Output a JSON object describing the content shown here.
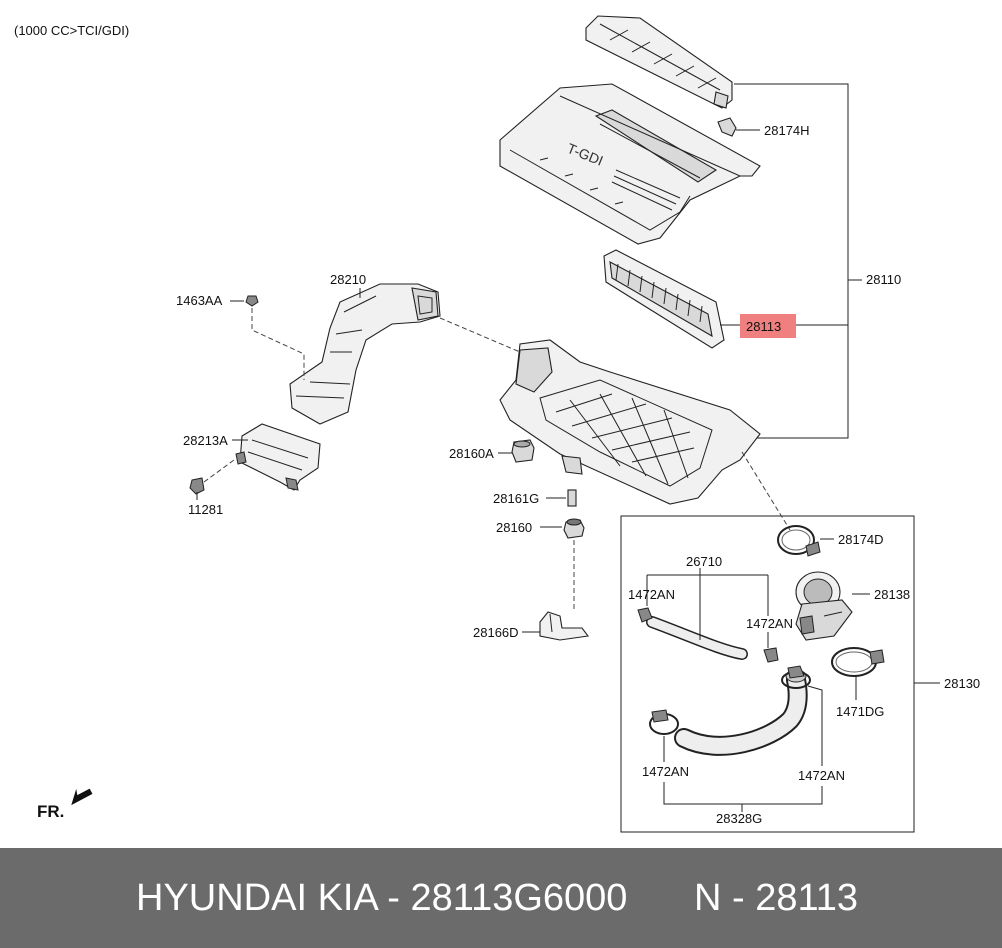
{
  "header": {
    "engine_note": "(1000 CC>TCI/GDI)"
  },
  "direction_label": "FR.",
  "highlight_color": "#f08080",
  "callouts": {
    "p28174H": "28174H",
    "p28110": "28110",
    "p28113": "28113",
    "p28210": "28210",
    "p1463AA": "1463AA",
    "p28213A": "28213A",
    "p11281": "11281",
    "p28160A": "28160A",
    "p28161G": "28161G",
    "p28160": "28160",
    "p28166D": "28166D",
    "p28174D": "28174D",
    "p26710": "26710",
    "p1472AN_a": "1472AN",
    "p1472AN_b": "1472AN",
    "p28138": "28138",
    "p28130": "28130",
    "p1471DG": "1471DG",
    "p1472AN_c": "1472AN",
    "p1472AN_d": "1472AN",
    "p28328G": "28328G"
  },
  "footer": {
    "brand": "HYUNDAI  KIA - 28113G6000",
    "ref": "N - 28113"
  }
}
